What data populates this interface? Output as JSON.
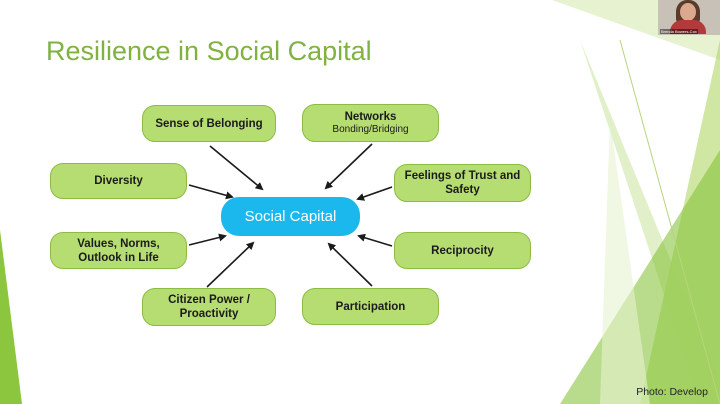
{
  "slide": {
    "title": "Resilience in Social Capital",
    "photo_credit": "Photo: Develop"
  },
  "diagram": {
    "center": "Social Capital",
    "nodes": [
      {
        "key": "sense",
        "label": "Sense of Belonging",
        "sub": ""
      },
      {
        "key": "networks",
        "label": "Networks",
        "sub": "Bonding/Bridging"
      },
      {
        "key": "diversity",
        "label": "Diversity",
        "sub": ""
      },
      {
        "key": "trust",
        "label": "Feelings of Trust and Safety",
        "sub": ""
      },
      {
        "key": "values",
        "label": "Values, Norms, Outlook in Life",
        "sub": ""
      },
      {
        "key": "reciprocity",
        "label": "Reciprocity",
        "sub": ""
      },
      {
        "key": "citizen",
        "label": "Citizen Power / Proactivity",
        "sub": ""
      },
      {
        "key": "participation",
        "label": "Participation",
        "sub": ""
      }
    ],
    "colors": {
      "node_fill": "#b6dd72",
      "center_fill": "#1bb8ee",
      "title": "#7fb241",
      "accent_green": "#8cc63f"
    }
  },
  "webcam": {
    "name_label": "Brenda Bowers-Cox"
  }
}
